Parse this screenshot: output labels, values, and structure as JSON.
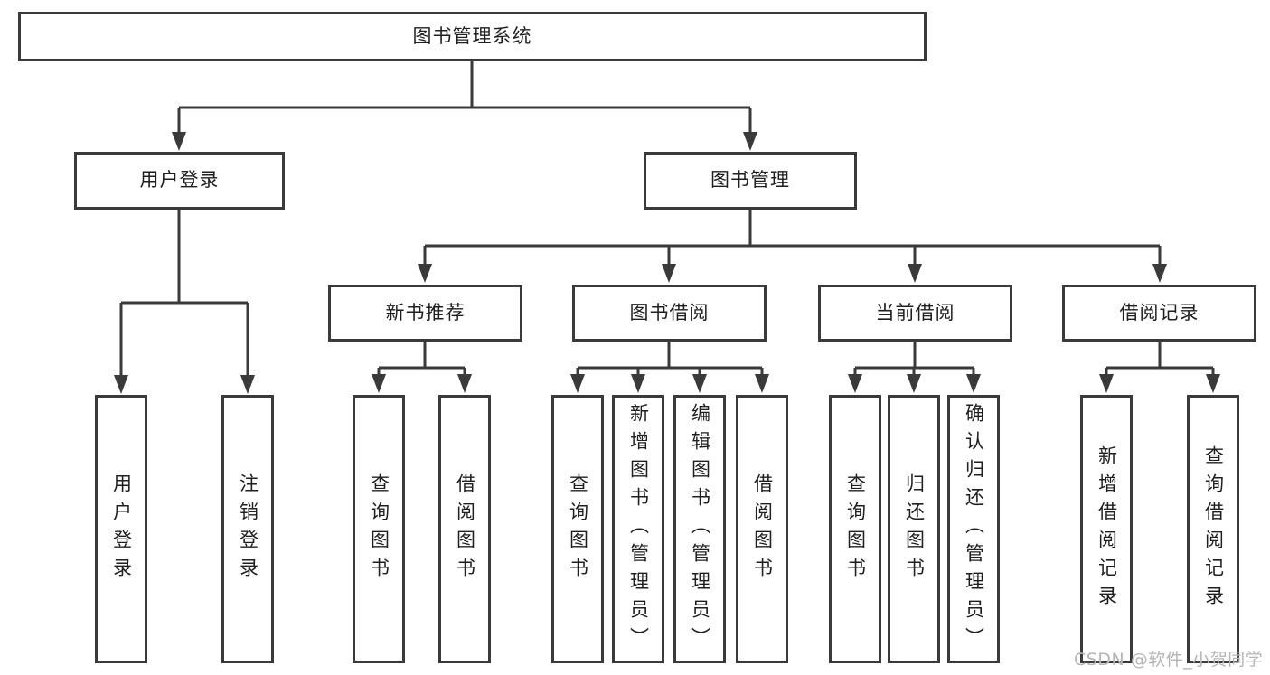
{
  "diagram": {
    "root": "图书管理系统",
    "branches": [
      {
        "label": "用户登录",
        "children": [
          {
            "label": "用户登录"
          },
          {
            "label": "注销登录"
          }
        ]
      },
      {
        "label": "图书管理",
        "children": [
          {
            "label": "新书推荐",
            "children": [
              {
                "label": "查询图书"
              },
              {
                "label": "借阅图书"
              }
            ]
          },
          {
            "label": "图书借阅",
            "children": [
              {
                "label": "查询图书"
              },
              {
                "label": "新增图书（管理员）"
              },
              {
                "label": "编辑图书（管理员）"
              },
              {
                "label": "借阅图书"
              }
            ]
          },
          {
            "label": "当前借阅",
            "children": [
              {
                "label": "查询图书"
              },
              {
                "label": "归还图书"
              },
              {
                "label": "确认归还（管理员）"
              }
            ]
          },
          {
            "label": "借阅记录",
            "children": [
              {
                "label": "新增借阅记录"
              },
              {
                "label": "查询借阅记录"
              }
            ]
          }
        ]
      }
    ]
  },
  "watermark": {
    "text": "CSDN @软件_小贺同学"
  },
  "colors": {
    "line": "#3a3a3a",
    "text": "#1f1f1f",
    "bg": "#ffffff",
    "watermark": "#b5b5b5"
  }
}
